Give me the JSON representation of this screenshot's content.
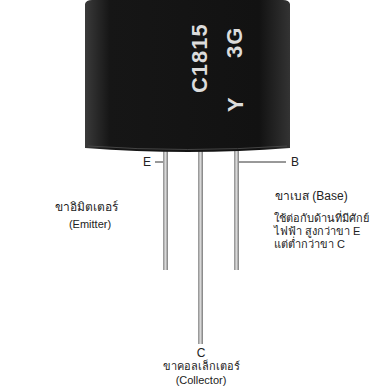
{
  "diagram": {
    "labels": [
      "C1815",
      "3G",
      "Y",
      "E",
      "ขาอิมิตเตอร์",
      "(Emitter)",
      "B",
      "ขาเบส (Base)",
      "ใช้ต่อกับด้านที่มีศักย์ไฟฟ้า สูงกว่าขา E แต่ต่ำกว่าขา C",
      "C",
      "ขาคอลเล็กเตอร์",
      "(Collector)"
    ]
  }
}
